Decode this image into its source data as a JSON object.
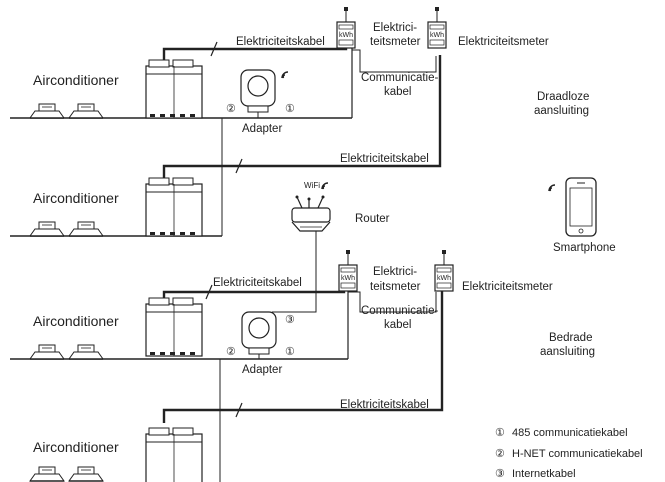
{
  "labels": {
    "airconditioner": "Airconditioner",
    "elektriciteitskabel": "Elektriciteitskabel",
    "elektrici_line1": "Elektrici-",
    "elektrici_line2": "teitsmeter",
    "elektriciteitsmeter": "Elektriciteitsmeter",
    "communicatie_line1": "Communicatie-",
    "communicatie_line2": "kabel",
    "adapter": "Adapter",
    "draadloze_line1": "Draadloze",
    "draadloze_line2": "aansluiting",
    "router": "Router",
    "wifi": "WiFi",
    "smartphone": "Smartphone",
    "bedrade_line1": "Bedrade",
    "bedrade_line2": "aansluiting",
    "kwh": "kWh"
  },
  "markers": {
    "one": "①",
    "two": "②",
    "three": "③"
  },
  "legend": {
    "items": [
      {
        "marker": "①",
        "text": "485 communicatiekabel"
      },
      {
        "marker": "②",
        "text": "H-NET communicatiekabel"
      },
      {
        "marker": "③",
        "text": "Internetkabel"
      }
    ]
  }
}
